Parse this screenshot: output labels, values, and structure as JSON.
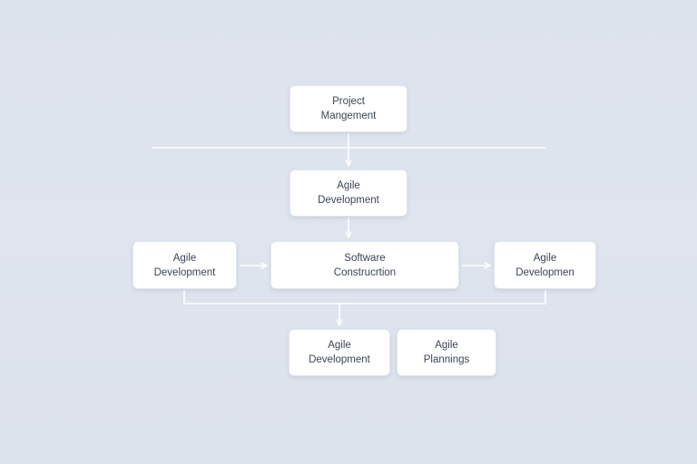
{
  "diagram": {
    "nodes": {
      "project_management": {
        "line1": "Project",
        "line2": "Mangement"
      },
      "agile_top": {
        "line1": "Agile",
        "line2": "Development"
      },
      "agile_left": {
        "line1": "Agile",
        "line2": "Development"
      },
      "software_construction": {
        "line1": "Software",
        "line2": "Construcrtion"
      },
      "agile_right": {
        "line1": "Agile",
        "line2": "Developmen"
      },
      "agile_bottom": {
        "line1": "Agile",
        "line2": "Development"
      },
      "agile_planning": {
        "line1": "Agile",
        "line2": "Plannings"
      }
    },
    "colors": {
      "background": "#dfe4ee",
      "node_fill": "#ffffff",
      "node_text": "#3b4456",
      "connector": "#ffffff"
    }
  }
}
